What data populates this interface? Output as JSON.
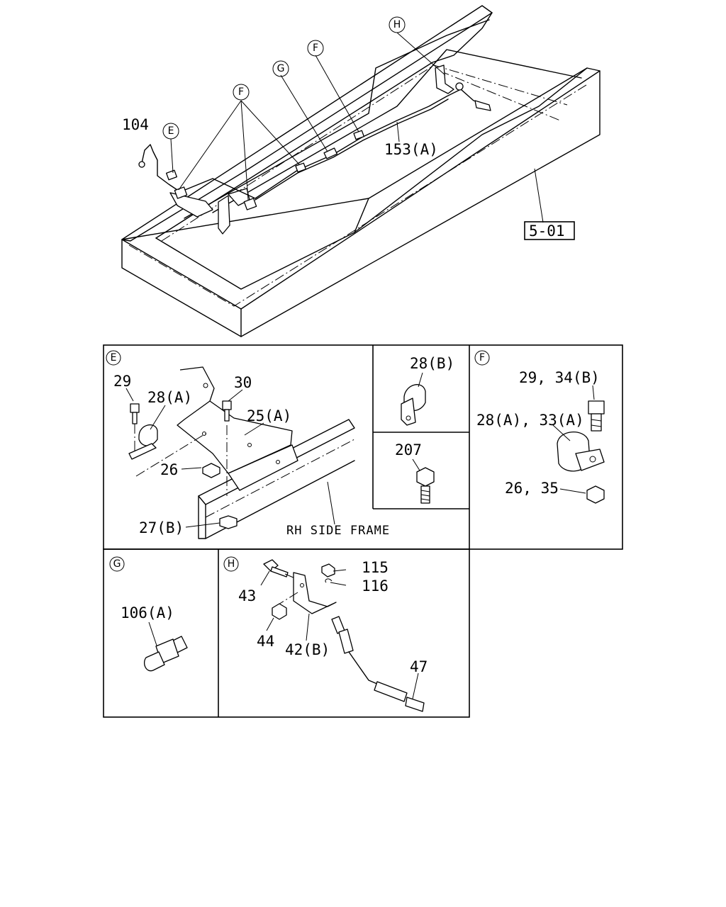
{
  "overview": {
    "callouts": {
      "h": "H",
      "f_top": "F",
      "g": "G",
      "f_main": "F",
      "e": "E"
    },
    "part_104": "104",
    "part_153a": "153(A)",
    "ref_501": "5-01"
  },
  "panel_e": {
    "callout": "E",
    "labels": {
      "p29": "29",
      "p28a": "28(A)",
      "p30": "30",
      "p25a": "25(A)",
      "p26": "26",
      "p27b": "27(B)"
    },
    "frame_text": "RH SIDE FRAME"
  },
  "panel_28b": {
    "label": "28(B)"
  },
  "panel_207": {
    "label": "207"
  },
  "panel_f": {
    "callout": "F",
    "labels": {
      "bolt": "29, 34(B)",
      "clip": "28(A), 33(A)",
      "nut": "26, 35"
    }
  },
  "panel_g": {
    "callout": "G",
    "label": "106(A)"
  },
  "panel_h": {
    "callout": "H",
    "labels": {
      "p43": "43",
      "p115": "115",
      "p116": "116",
      "p44": "44",
      "p42b": "42(B)",
      "p47": "47"
    }
  }
}
